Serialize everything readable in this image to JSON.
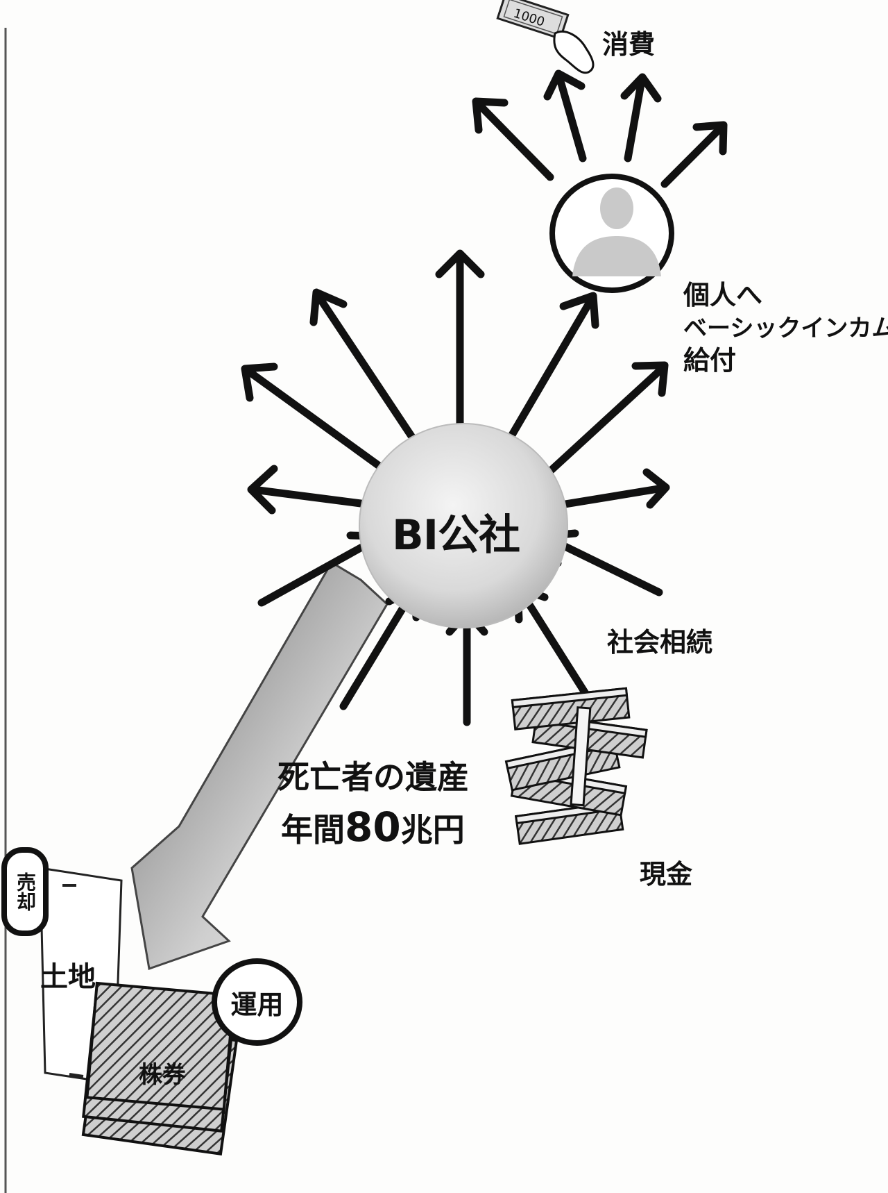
{
  "center": {
    "label": "BI公社"
  },
  "labels": {
    "consumption": "消費",
    "individual_line1": "個人へ",
    "individual_line2": "ベーシックインカム",
    "individual_line3": "給付",
    "social_inheritance": "社会相続",
    "estate_line1": "死亡者の遺産",
    "estate_line2_prefix": "年間",
    "estate_line2_number": "80",
    "estate_line2_suffix": "兆円",
    "cash": "現金",
    "sale": "売却",
    "land": "土地",
    "management": "運用",
    "stocks": "株券",
    "banknote_value": "1000"
  }
}
